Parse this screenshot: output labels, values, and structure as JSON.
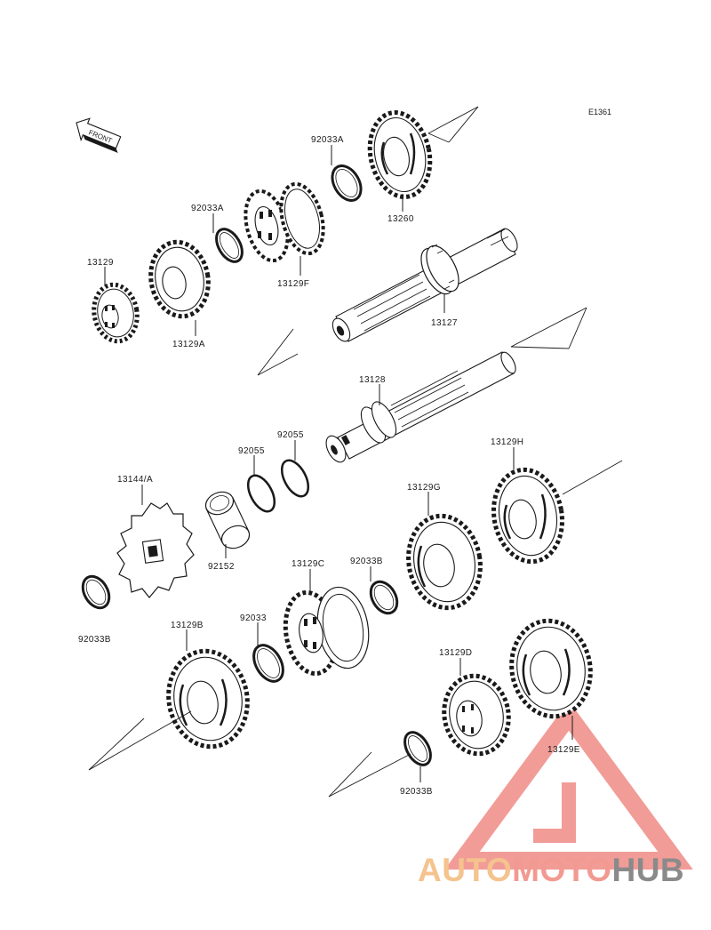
{
  "diagram_code": "E1361",
  "front_label": "FRONT",
  "labels": {
    "p13260": "13260",
    "p92033A_top": "92033A",
    "p92033A_mid": "92033A",
    "p13129F": "13129F",
    "p13129": "13129",
    "p13129A": "13129A",
    "p13127": "13127",
    "p13128": "13128",
    "p92055a": "92055",
    "p92055b": "92055",
    "p13144A": "13144/A",
    "p92152": "92152",
    "p13129H": "13129H",
    "p13129G": "13129G",
    "p13129C": "13129C",
    "p92033B_mid": "92033B",
    "p92033B_left": "92033B",
    "p13129B": "13129B",
    "p92033": "92033",
    "p13129D": "13129D",
    "p13129E": "13129E",
    "p92033B_bottom": "92033B"
  },
  "watermark": {
    "part1": "AUTO",
    "part2": "MOTO",
    "part3": "HUB",
    "color1": "#f5c38e",
    "color2": "#f29a92",
    "color3": "#8a8a8a",
    "logo_color": "#f08b86"
  }
}
